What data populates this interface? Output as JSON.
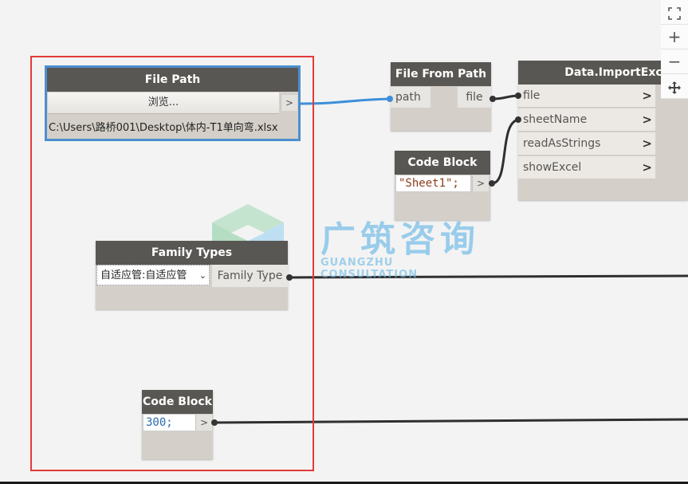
{
  "nodes": {
    "file_path": {
      "title": "File Path",
      "browse_label": "浏览...",
      "out_arrow": ">",
      "path_value": "C:\\Users\\路桥001\\Desktop\\体内-T1单向弯.xlsx"
    },
    "file_from_path": {
      "title": "File From Path",
      "input_label": "path",
      "output_label": "file"
    },
    "code_block_sheet": {
      "title": "Code Block",
      "code": "\"Sheet1\";",
      "out_arrow": ">"
    },
    "data_import_excel": {
      "title": "Data.ImportExcel",
      "inputs": [
        "file",
        "sheetName",
        "readAsStrings",
        "showExcel"
      ],
      "chevron": ">"
    },
    "family_types": {
      "title": "Family Types",
      "selected": "自适应管:自适应管",
      "output_label": "Family Type"
    },
    "code_block_300": {
      "title": "Code Block",
      "code": "300;",
      "out_arrow": ">"
    }
  },
  "watermark": {
    "title": "广筑咨询",
    "subtitle": "GUANGZHU CONSULTATION"
  },
  "nav": {
    "fit_icon": "fit-view-icon",
    "zoom_in": "+",
    "zoom_out": "−"
  },
  "colors": {
    "header": "#595753",
    "node_body": "#d4d0c9",
    "selection": "#4c8fcf",
    "highlight_frame": "#e33a3a",
    "wire_blue": "#3d8fd9",
    "wire_dark": "#2f2f2f"
  }
}
